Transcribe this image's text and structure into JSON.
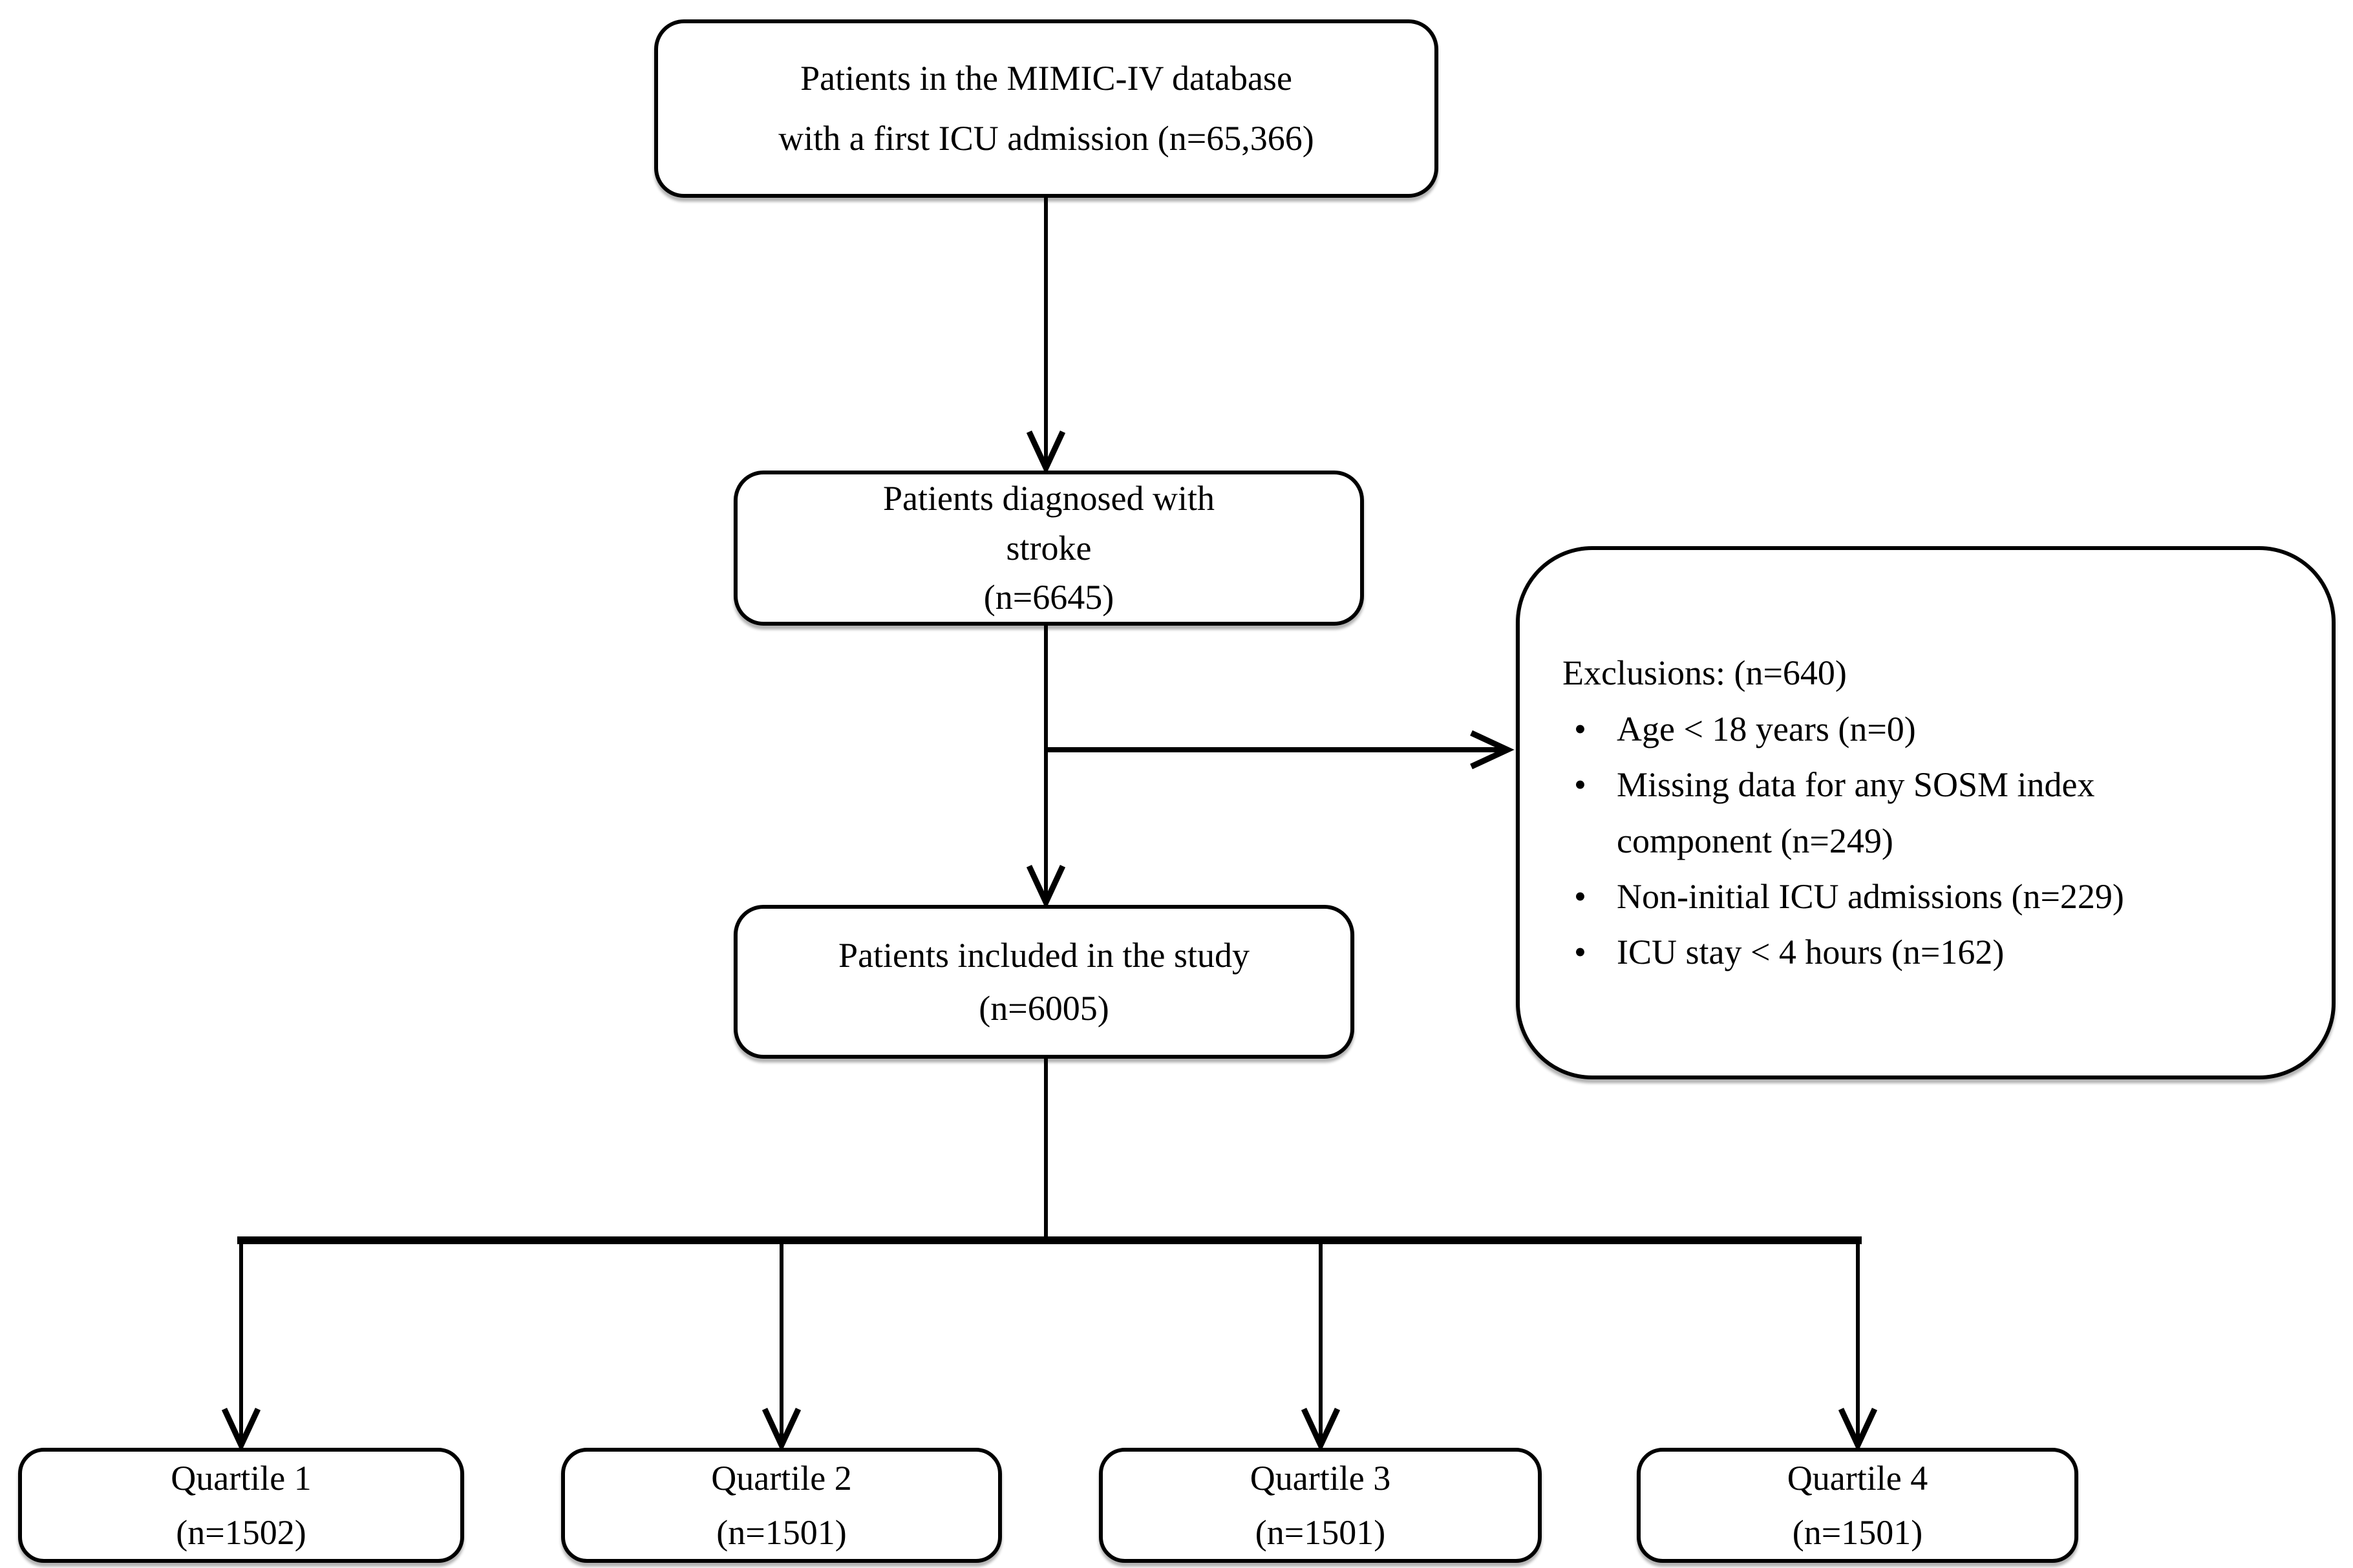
{
  "nodes": {
    "top": {
      "line1": "Patients in the MIMIC-IV database",
      "line2": "with a first ICU admission (n=65,366)"
    },
    "stroke": {
      "line1": "Patients diagnosed with",
      "line2": "stroke",
      "line3": "(n=6645)"
    },
    "exclusions": {
      "title": "Exclusions: (n=640)",
      "items": [
        "Age < 18 years (n=0)",
        "Missing data for any SOSM index component (n=249)",
        "Non-initial ICU admissions (n=229)",
        "ICU stay < 4 hours (n=162)"
      ]
    },
    "included": {
      "line1": "Patients included in the study",
      "line2": "(n=6005)"
    },
    "quartiles": [
      {
        "label": "Quartile 1",
        "n": "(n=1502)"
      },
      {
        "label": "Quartile 2",
        "n": "(n=1501)"
      },
      {
        "label": "Quartile 3",
        "n": "(n=1501)"
      },
      {
        "label": "Quartile 4",
        "n": "(n=1501)"
      }
    ]
  },
  "colors": {
    "background": "#ffffff",
    "line": "#000000",
    "box_border": "#000000",
    "text": "#000000"
  }
}
